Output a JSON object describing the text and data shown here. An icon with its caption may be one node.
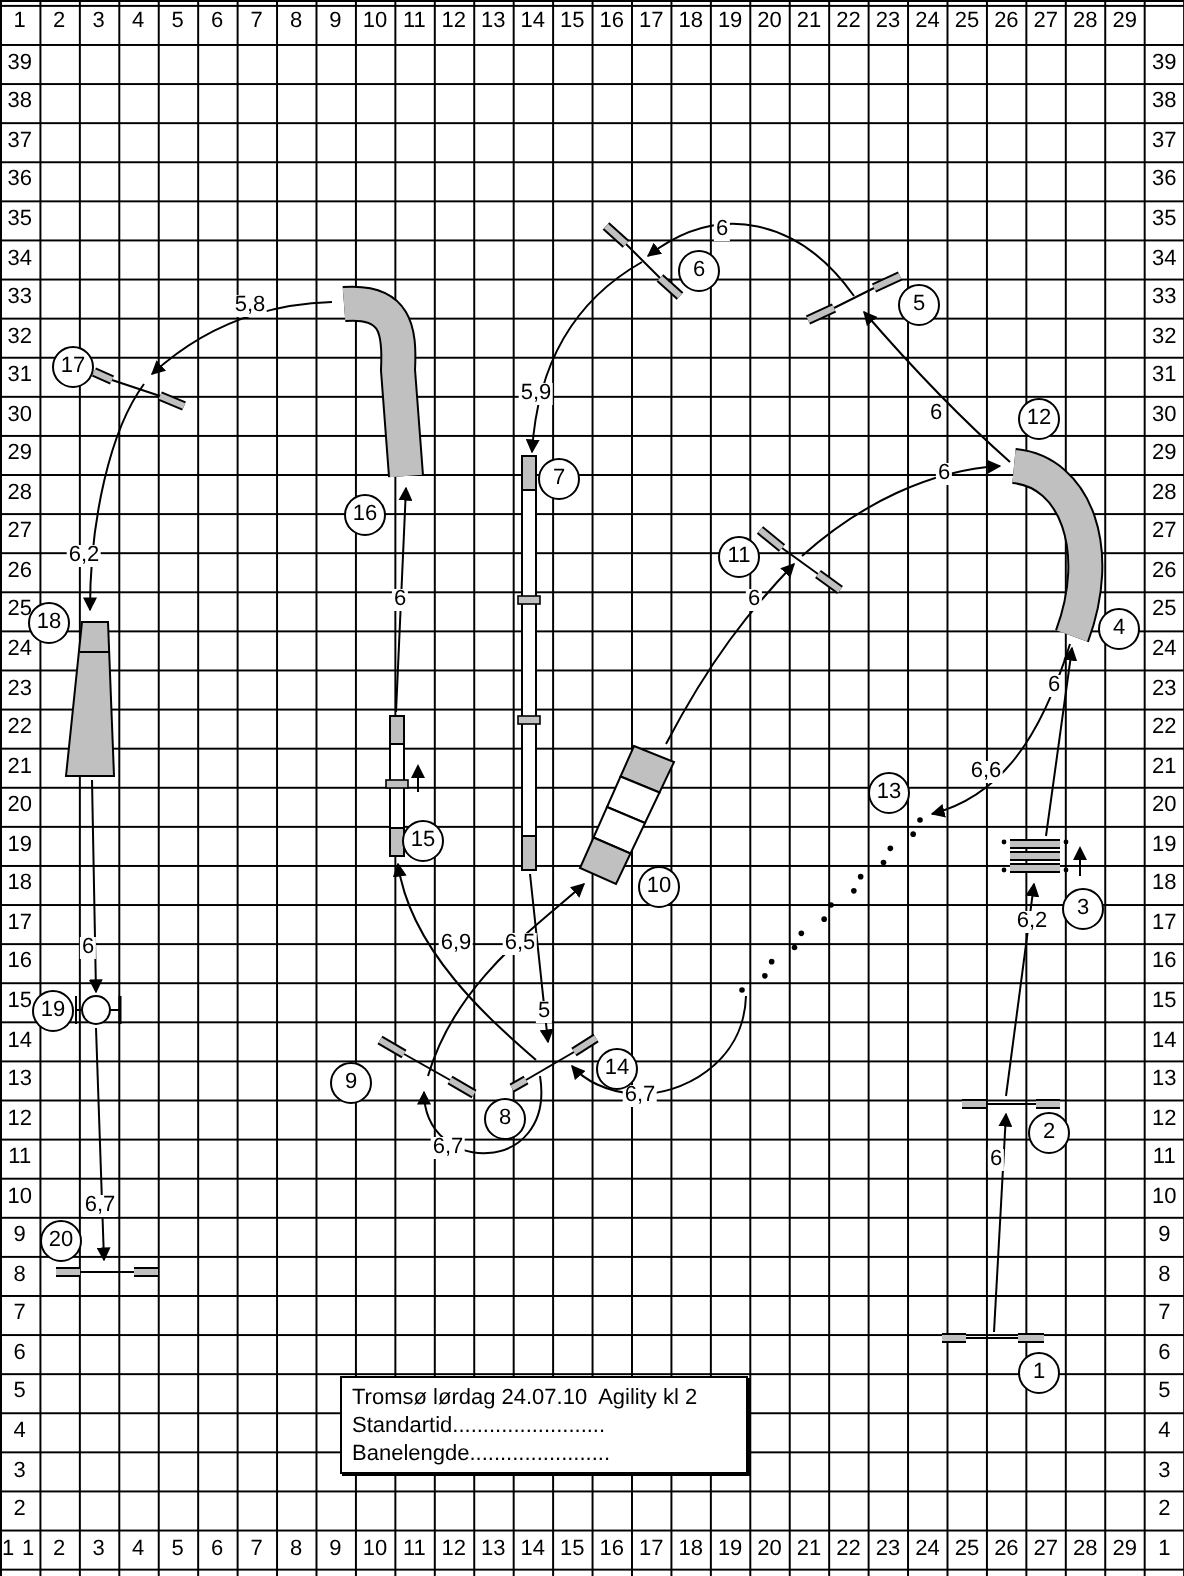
{
  "diagram": {
    "nodes": [
      {
        "text": [],
        "shape": "bar",
        "beside": [
          "1"
        ]
      },
      {
        "text": [],
        "shape": "bar",
        "beside": [
          "2"
        ]
      },
      {
        "text": [],
        "shape": "bar",
        "beside": [
          "3"
        ]
      },
      {
        "text": [],
        "shape": "tunnel",
        "beside": [
          "12",
          "4"
        ]
      },
      {
        "text": [],
        "shape": "bar",
        "beside": [
          "5"
        ]
      },
      {
        "text": [],
        "shape": "bar",
        "beside": [
          "6"
        ]
      },
      {
        "text": [],
        "shape": "plank",
        "beside": [
          "7"
        ]
      },
      {
        "text": [],
        "shape": "bar",
        "beside": [
          "8",
          "14"
        ]
      },
      {
        "text": [],
        "shape": "bar",
        "beside": [
          "9"
        ]
      },
      {
        "text": [],
        "shape": "box",
        "beside": [
          "10"
        ]
      },
      {
        "text": [],
        "shape": "bar",
        "beside": [
          "11"
        ]
      },
      {
        "text": [],
        "shape": "dots",
        "beside": [
          "13"
        ]
      },
      {
        "text": [],
        "shape": "plank",
        "beside": [
          "15"
        ]
      },
      {
        "text": [],
        "shape": "tunnel",
        "beside": [
          "16"
        ]
      },
      {
        "text": [],
        "shape": "bar",
        "beside": [
          "17"
        ]
      },
      {
        "text": [],
        "shape": "chute",
        "beside": [
          "18"
        ]
      },
      {
        "text": [],
        "shape": "circle",
        "beside": [
          "19"
        ]
      },
      {
        "text": [],
        "shape": "bar",
        "beside": [
          "20"
        ]
      },
      {
        "text": [
          "Tromsø lørdag 24.07.10  Agility kl 2",
          "Standartid.........................",
          "Banelengde......................."
        ]
      }
    ],
    "edges": [
      {
        "from": 0,
        "to": 1,
        "arrow": "to",
        "label": "6"
      },
      {
        "from": 1,
        "to": 2,
        "arrow": "to",
        "label": "6,2"
      },
      {
        "from": 2,
        "to": 3,
        "arrow": "to",
        "label": "6"
      },
      {
        "from": 3,
        "to": 4,
        "arrow": "to",
        "label": "6"
      },
      {
        "from": 4,
        "to": 5,
        "arrow": "to",
        "label": "6"
      },
      {
        "from": 5,
        "to": 6,
        "arrow": "to",
        "label": "5,9"
      },
      {
        "from": 6,
        "to": 7,
        "arrow": "to",
        "label": "5"
      },
      {
        "from": 7,
        "to": 8,
        "arrow": "to",
        "label": "6,7"
      },
      {
        "from": 8,
        "to": 9,
        "arrow": "to",
        "label": "6,5"
      },
      {
        "from": 9,
        "to": 10,
        "arrow": "to",
        "label": "6"
      },
      {
        "from": 10,
        "to": 3,
        "arrow": "to",
        "label": "6"
      },
      {
        "from": 3,
        "to": 11,
        "arrow": "to",
        "label": "6,6"
      },
      {
        "from": 11,
        "to": 7,
        "arrow": "to",
        "label": "6,7"
      },
      {
        "from": 7,
        "to": 12,
        "arrow": "to",
        "label": "6,9"
      },
      {
        "from": 12,
        "to": 13,
        "arrow": "to",
        "label": "6"
      },
      {
        "from": 13,
        "to": 14,
        "arrow": "to",
        "label": "5,8"
      },
      {
        "from": 14,
        "to": 15,
        "arrow": "to",
        "label": "6,2"
      },
      {
        "from": 15,
        "to": 16,
        "arrow": "to",
        "label": "6"
      },
      {
        "from": 16,
        "to": 17,
        "arrow": "to",
        "label": "6,7"
      }
    ],
    "labels": [
      "1",
      "2",
      "3",
      "4",
      "5",
      "6",
      "7",
      "8",
      "9",
      "10",
      "11",
      "12",
      "13",
      "14",
      "15",
      "16",
      "17",
      "18",
      "19",
      "20",
      "21",
      "22",
      "23",
      "24",
      "25",
      "26",
      "27",
      "28",
      "29",
      "39",
      "39",
      "38",
      "38",
      "37",
      "37",
      "36",
      "36",
      "35",
      "35",
      "34",
      "34",
      "33",
      "33",
      "32",
      "32",
      "31",
      "31",
      "30",
      "30",
      "29",
      "29",
      "28",
      "28",
      "27",
      "27",
      "26",
      "26",
      "25",
      "25",
      "24",
      "24",
      "23",
      "23",
      "22",
      "22",
      "21",
      "21",
      "20",
      "20",
      "19",
      "19",
      "18",
      "18",
      "17",
      "17",
      "16",
      "16",
      "15",
      "15",
      "14",
      "14",
      "13",
      "13",
      "12",
      "12",
      "11",
      "11",
      "10",
      "10",
      "9",
      "9",
      "8",
      "8",
      "7",
      "7",
      "6",
      "6",
      "5",
      "5",
      "4",
      "4",
      "3",
      "3",
      "2",
      "2",
      "1",
      "1",
      "2",
      "3",
      "4",
      "5",
      "6",
      "7",
      "8",
      "9",
      "10",
      "11",
      "12",
      "13",
      "14",
      "15",
      "16",
      "17",
      "18",
      "19",
      "20",
      "21",
      "22",
      "23",
      "24",
      "25",
      "26",
      "27",
      "28",
      "29",
      "1"
    ]
  }
}
